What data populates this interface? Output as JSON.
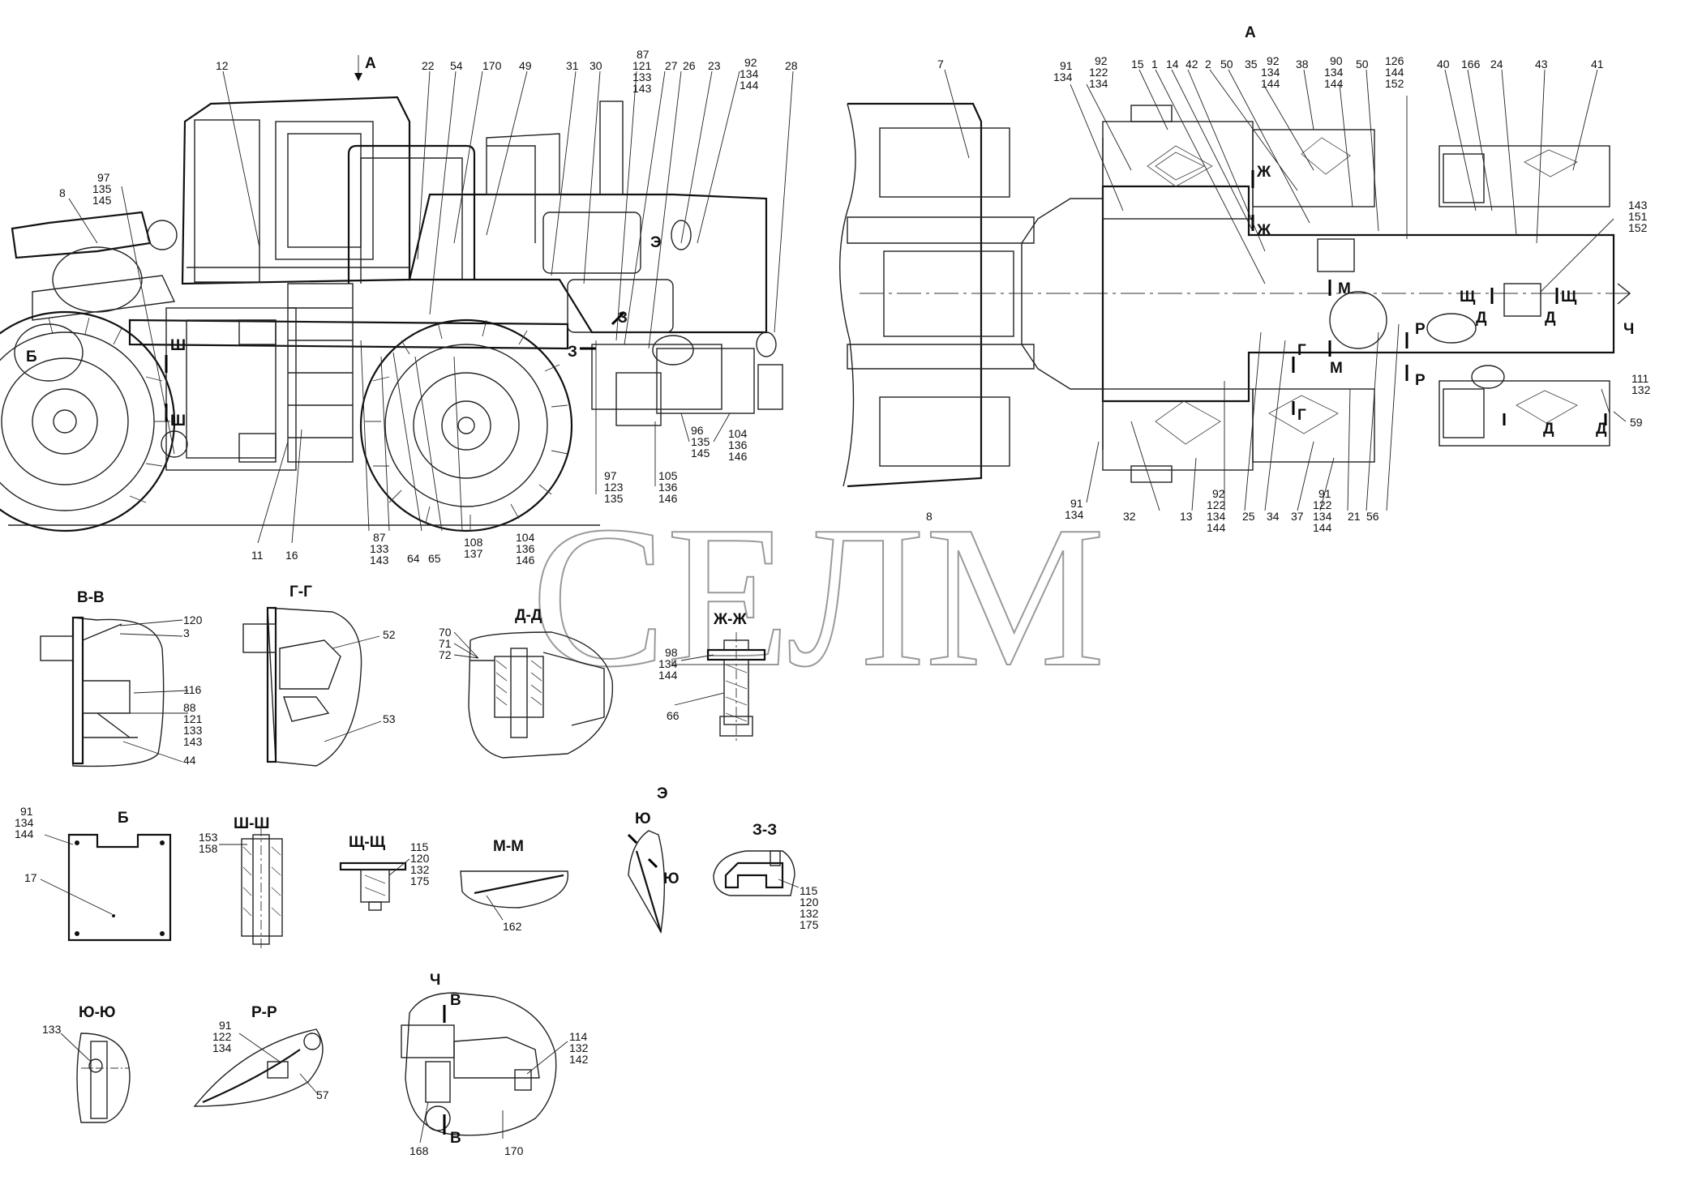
{
  "watermark": "СЕЛМ",
  "view_a_arrow_label": "А",
  "view_a_title": "А",
  "side_view_labels": [
    {
      "id": "12",
      "t": "12"
    },
    {
      "id": "8",
      "t": "8"
    },
    {
      "id": "97a",
      "t": "97"
    },
    {
      "id": "135a",
      "t": "135"
    },
    {
      "id": "145a",
      "t": "145"
    },
    {
      "id": "22",
      "t": "22"
    },
    {
      "id": "54",
      "t": "54"
    },
    {
      "id": "170",
      "t": "170"
    },
    {
      "id": "49",
      "t": "49"
    },
    {
      "id": "31",
      "t": "31"
    },
    {
      "id": "30",
      "t": "30"
    },
    {
      "id": "87a",
      "t": "87"
    },
    {
      "id": "121a",
      "t": "121"
    },
    {
      "id": "133a",
      "t": "133"
    },
    {
      "id": "143a",
      "t": "143"
    },
    {
      "id": "27",
      "t": "27"
    },
    {
      "id": "26",
      "t": "26"
    },
    {
      "id": "23",
      "t": "23"
    },
    {
      "id": "92a",
      "t": "92"
    },
    {
      "id": "134a",
      "t": "134"
    },
    {
      "id": "144a",
      "t": "144"
    },
    {
      "id": "28",
      "t": "28"
    },
    {
      "id": "11",
      "t": "11"
    },
    {
      "id": "16",
      "t": "16"
    },
    {
      "id": "87b",
      "t": "87"
    },
    {
      "id": "133b",
      "t": "133"
    },
    {
      "id": "143b",
      "t": "143"
    },
    {
      "id": "64",
      "t": "64"
    },
    {
      "id": "65",
      "t": "65"
    },
    {
      "id": "108",
      "t": "108"
    },
    {
      "id": "137",
      "t": "137"
    },
    {
      "id": "104a",
      "t": "104"
    },
    {
      "id": "136a",
      "t": "136"
    },
    {
      "id": "146a",
      "t": "146"
    },
    {
      "id": "97b",
      "t": "97"
    },
    {
      "id": "123",
      "t": "123"
    },
    {
      "id": "135b",
      "t": "135"
    },
    {
      "id": "105",
      "t": "105"
    },
    {
      "id": "136b",
      "t": "136"
    },
    {
      "id": "146b",
      "t": "146"
    },
    {
      "id": "96",
      "t": "96"
    },
    {
      "id": "135c",
      "t": "135"
    },
    {
      "id": "145c",
      "t": "145"
    },
    {
      "id": "104b",
      "t": "104"
    },
    {
      "id": "136c",
      "t": "136"
    },
    {
      "id": "146c",
      "t": "146"
    }
  ],
  "side_view_marks": [
    {
      "id": "b",
      "t": "Б"
    },
    {
      "id": "sh1",
      "t": "Ш"
    },
    {
      "id": "sh2",
      "t": "Ш"
    },
    {
      "id": "e",
      "t": "Э"
    },
    {
      "id": "z1",
      "t": "З"
    },
    {
      "id": "z2",
      "t": "З"
    }
  ],
  "top_view_labels": [
    {
      "id": "7",
      "t": "7"
    },
    {
      "id": "91a",
      "t": "91"
    },
    {
      "id": "134b",
      "t": "134"
    },
    {
      "id": "92b",
      "t": "92"
    },
    {
      "id": "122a",
      "t": "122"
    },
    {
      "id": "134c",
      "t": "134"
    },
    {
      "id": "15",
      "t": "15"
    },
    {
      "id": "1",
      "t": "1"
    },
    {
      "id": "14",
      "t": "14"
    },
    {
      "id": "42",
      "t": "42"
    },
    {
      "id": "2",
      "t": "2"
    },
    {
      "id": "50a",
      "t": "50"
    },
    {
      "id": "35",
      "t": "35"
    },
    {
      "id": "92c",
      "t": "92"
    },
    {
      "id": "134d",
      "t": "134"
    },
    {
      "id": "144b",
      "t": "144"
    },
    {
      "id": "38",
      "t": "38"
    },
    {
      "id": "90",
      "t": "90"
    },
    {
      "id": "134e",
      "t": "134"
    },
    {
      "id": "144c",
      "t": "144"
    },
    {
      "id": "50b",
      "t": "50"
    },
    {
      "id": "126",
      "t": "126"
    },
    {
      "id": "144d",
      "t": "144"
    },
    {
      "id": "152a",
      "t": "152"
    },
    {
      "id": "40",
      "t": "40"
    },
    {
      "id": "166",
      "t": "166"
    },
    {
      "id": "24",
      "t": "24"
    },
    {
      "id": "43",
      "t": "43"
    },
    {
      "id": "41",
      "t": "41"
    },
    {
      "id": "143c",
      "t": "143"
    },
    {
      "id": "151",
      "t": "151"
    },
    {
      "id": "152b",
      "t": "152"
    },
    {
      "id": "111",
      "t": "111"
    },
    {
      "id": "132a",
      "t": "132"
    },
    {
      "id": "59",
      "t": "59"
    },
    {
      "id": "8b",
      "t": "8"
    },
    {
      "id": "91b",
      "t": "91"
    },
    {
      "id": "134f",
      "t": "134"
    },
    {
      "id": "32",
      "t": "32"
    },
    {
      "id": "13",
      "t": "13"
    },
    {
      "id": "92d",
      "t": "92"
    },
    {
      "id": "122b",
      "t": "122"
    },
    {
      "id": "134g",
      "t": "134"
    },
    {
      "id": "144e",
      "t": "144"
    },
    {
      "id": "25",
      "t": "25"
    },
    {
      "id": "34",
      "t": "34"
    },
    {
      "id": "37",
      "t": "37"
    },
    {
      "id": "91c",
      "t": "91"
    },
    {
      "id": "122c",
      "t": "122"
    },
    {
      "id": "134h",
      "t": "134"
    },
    {
      "id": "144f",
      "t": "144"
    },
    {
      "id": "21",
      "t": "21"
    },
    {
      "id": "56",
      "t": "56"
    }
  ],
  "top_view_marks": [
    {
      "id": "zh1",
      "t": "Ж"
    },
    {
      "id": "zh2",
      "t": "Ж"
    },
    {
      "id": "m1",
      "t": "М"
    },
    {
      "id": "m2",
      "t": "М"
    },
    {
      "id": "g1",
      "t": "Г"
    },
    {
      "id": "g2",
      "t": "Г"
    },
    {
      "id": "r1",
      "t": "Р"
    },
    {
      "id": "r2",
      "t": "Р"
    },
    {
      "id": "shch1",
      "t": "Щ"
    },
    {
      "id": "shch2",
      "t": "Щ"
    },
    {
      "id": "d1",
      "t": "Д"
    },
    {
      "id": "d2",
      "t": "Д"
    },
    {
      "id": "d3",
      "t": "Д"
    },
    {
      "id": "d4",
      "t": "Д"
    },
    {
      "id": "ch",
      "t": "Ч"
    }
  ],
  "details": {
    "vv": {
      "title": "В-В",
      "labels": [
        "120",
        "3",
        "116",
        "88",
        "121",
        "133",
        "143",
        "44"
      ]
    },
    "gg": {
      "title": "Г-Г",
      "labels": [
        "52",
        "53"
      ]
    },
    "dd": {
      "title": "Д-Д",
      "labels": [
        "70",
        "71",
        "72"
      ]
    },
    "zhzh": {
      "title": "Ж-Ж",
      "labels": [
        "98",
        "134",
        "144",
        "66"
      ]
    },
    "b": {
      "title": "Б",
      "labels": [
        "91",
        "134",
        "144",
        "17"
      ]
    },
    "shsh": {
      "title": "Ш-Ш",
      "labels": [
        "153",
        "158"
      ]
    },
    "shchshch": {
      "title": "Щ-Щ",
      "labels": [
        "115",
        "120",
        "132",
        "175"
      ]
    },
    "mm": {
      "title": "М-М",
      "labels": [
        "162"
      ]
    },
    "e": {
      "title": "Э",
      "marks": [
        "Ю",
        "Ю"
      ]
    },
    "zz": {
      "title": "З-З",
      "labels": [
        "115",
        "120",
        "132",
        "175"
      ]
    },
    "yuyu": {
      "title": "Ю-Ю",
      "labels": [
        "133"
      ]
    },
    "rr": {
      "title": "Р-Р",
      "labels": [
        "91",
        "122",
        "134",
        "57"
      ]
    },
    "ch": {
      "title": "Ч",
      "marks": [
        "В",
        "В"
      ],
      "labels": [
        "114",
        "132",
        "142",
        "168",
        "170"
      ]
    }
  }
}
